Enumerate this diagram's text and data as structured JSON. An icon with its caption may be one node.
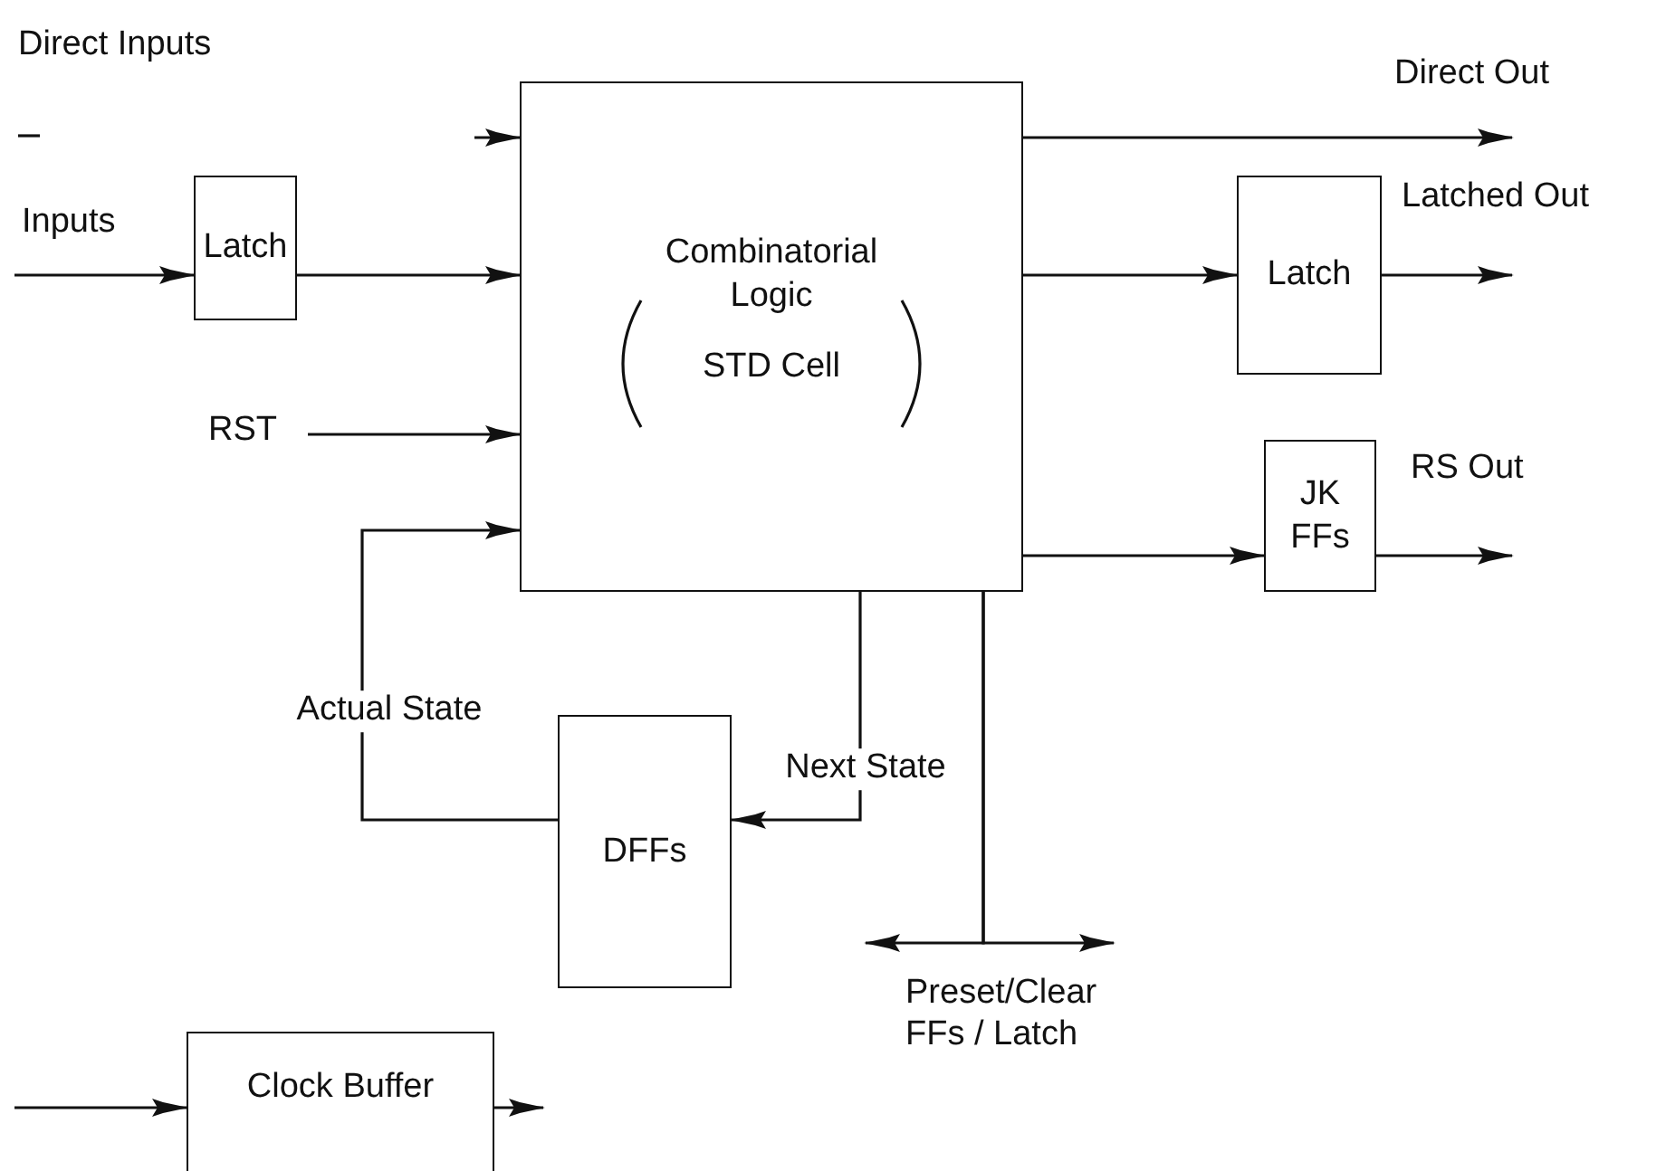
{
  "diagram": {
    "nodes": [
      {
        "text": [
          "Latch"
        ]
      },
      {
        "text": [
          "Combinatorial Logic",
          "STD Cell"
        ]
      },
      {
        "text": [
          "Latch"
        ]
      },
      {
        "text": [
          "JK FFs"
        ]
      },
      {
        "text": [
          "DFFs"
        ]
      },
      {
        "text": [
          "Clock Buffer"
        ]
      }
    ],
    "edges": [
      {
        "from": null,
        "to": 1,
        "arrow": "to"
      },
      {
        "from": null,
        "to": 0,
        "arrow": "to"
      },
      {
        "from": 0,
        "to": 1,
        "arrow": "to"
      },
      {
        "from": null,
        "to": 1,
        "arrow": "to"
      },
      {
        "from": 4,
        "to": 1,
        "arrow": "to",
        "label": "Actual State"
      },
      {
        "from": 1,
        "to": 4,
        "arrow": "to",
        "label": "Next State"
      },
      {
        "from": 1,
        "to": null,
        "arrow": "to"
      },
      {
        "from": 1,
        "to": null,
        "arrow": "to"
      },
      {
        "from": 1,
        "to": null,
        "arrow": "to"
      },
      {
        "from": 1,
        "to": 2,
        "arrow": "to"
      },
      {
        "from": 2,
        "to": null,
        "arrow": "to"
      },
      {
        "from": 1,
        "to": 3,
        "arrow": "to"
      },
      {
        "from": 3,
        "to": null,
        "arrow": "to"
      },
      {
        "from": null,
        "to": 5,
        "arrow": "to"
      },
      {
        "from": 5,
        "to": null,
        "arrow": "to"
      }
    ],
    "labels": [
      "Direct Inputs",
      "Inputs",
      "RST",
      "Direct Out",
      "Latched Out",
      "RS Out",
      "Preset/Clear FFs / Latch"
    ]
  }
}
